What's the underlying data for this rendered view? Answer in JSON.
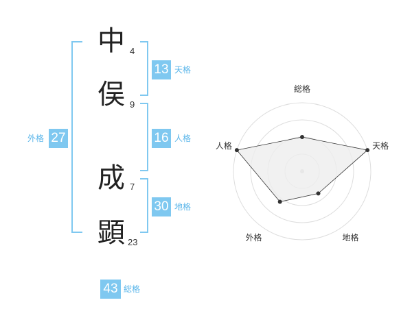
{
  "name_chars": [
    {
      "char": "中",
      "strokes": "4"
    },
    {
      "char": "俣",
      "strokes": "9"
    },
    {
      "char": "成",
      "strokes": "7"
    },
    {
      "char": "顕",
      "strokes": "23"
    }
  ],
  "kaku": {
    "tenkaku": {
      "value": "13",
      "label": "天格"
    },
    "jinkaku": {
      "value": "16",
      "label": "人格"
    },
    "chikaku": {
      "value": "30",
      "label": "地格"
    },
    "gaikaku": {
      "value": "27",
      "label": "外格"
    },
    "soukaku": {
      "value": "43",
      "label": "総格"
    }
  },
  "colors": {
    "accent": "#7fc8f0",
    "accent_text": "#5bb6ea",
    "radar_fill": "#eeeeee",
    "radar_line": "#333333"
  },
  "chart_data": {
    "type": "radar",
    "categories": [
      "総格",
      "天格",
      "地格",
      "外格",
      "人格"
    ],
    "values": [
      2,
      4,
      1.6,
      2.2,
      4
    ],
    "rmax": 4,
    "rings": 4
  }
}
